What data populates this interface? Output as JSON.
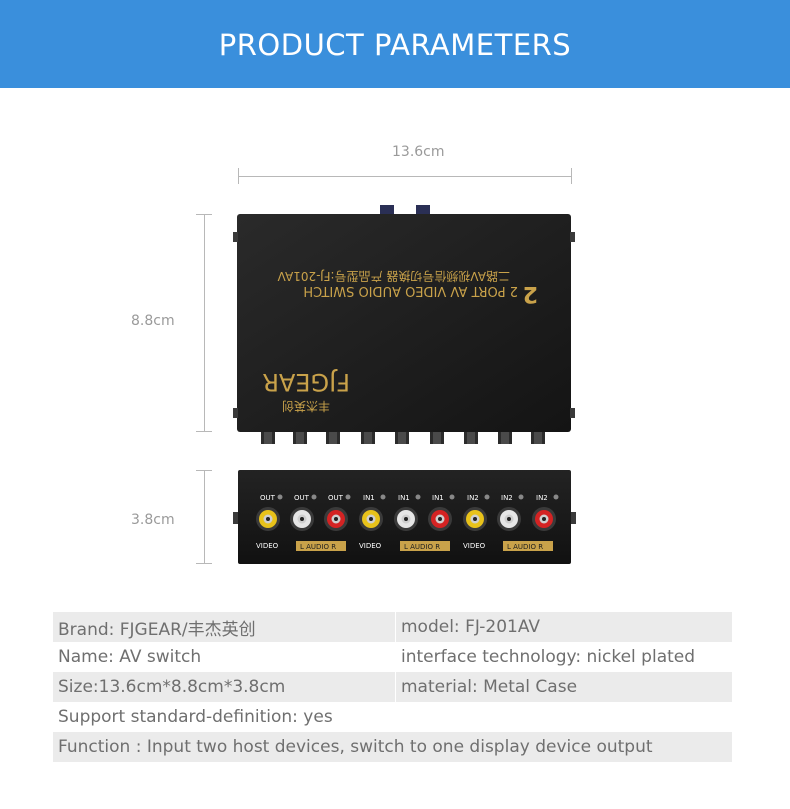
{
  "banner": {
    "title": "PRODUCT PARAMETERS"
  },
  "dimensions": {
    "width": "13.6cm",
    "depth": "8.8cm",
    "height": "3.8cm"
  },
  "device": {
    "logo": "FJGEAR",
    "logo_cn": "丰杰英创",
    "model_text": "2 PORT AV VIDEO AUDIO SWITCH",
    "model_cn": "二路AV视频信号切换器 产品型号:FJ-201AV",
    "port_labels": {
      "out": "OUT",
      "in1": "IN1",
      "in2": "IN2",
      "video": "VIDEO",
      "audio": "L AUDIO R"
    }
  },
  "params": [
    {
      "left": "Brand: FJGEAR/丰杰英创",
      "right": "model: FJ-201AV"
    },
    {
      "left": "Name: AV switch",
      "right": "interface technology: nickel plated"
    },
    {
      "left": "Size:13.6cm*8.8cm*3.8cm",
      "right": "material: Metal Case"
    },
    {
      "left": "Support standard-definition: yes",
      "right": ""
    },
    {
      "left": "Function : Input two host devices, switch to one display device output",
      "right": ""
    }
  ],
  "colors": {
    "banner": "#3a8fdc",
    "device": "#1e1e1e",
    "gold": "#c9a24a",
    "row_shade": "#ebebeb"
  }
}
